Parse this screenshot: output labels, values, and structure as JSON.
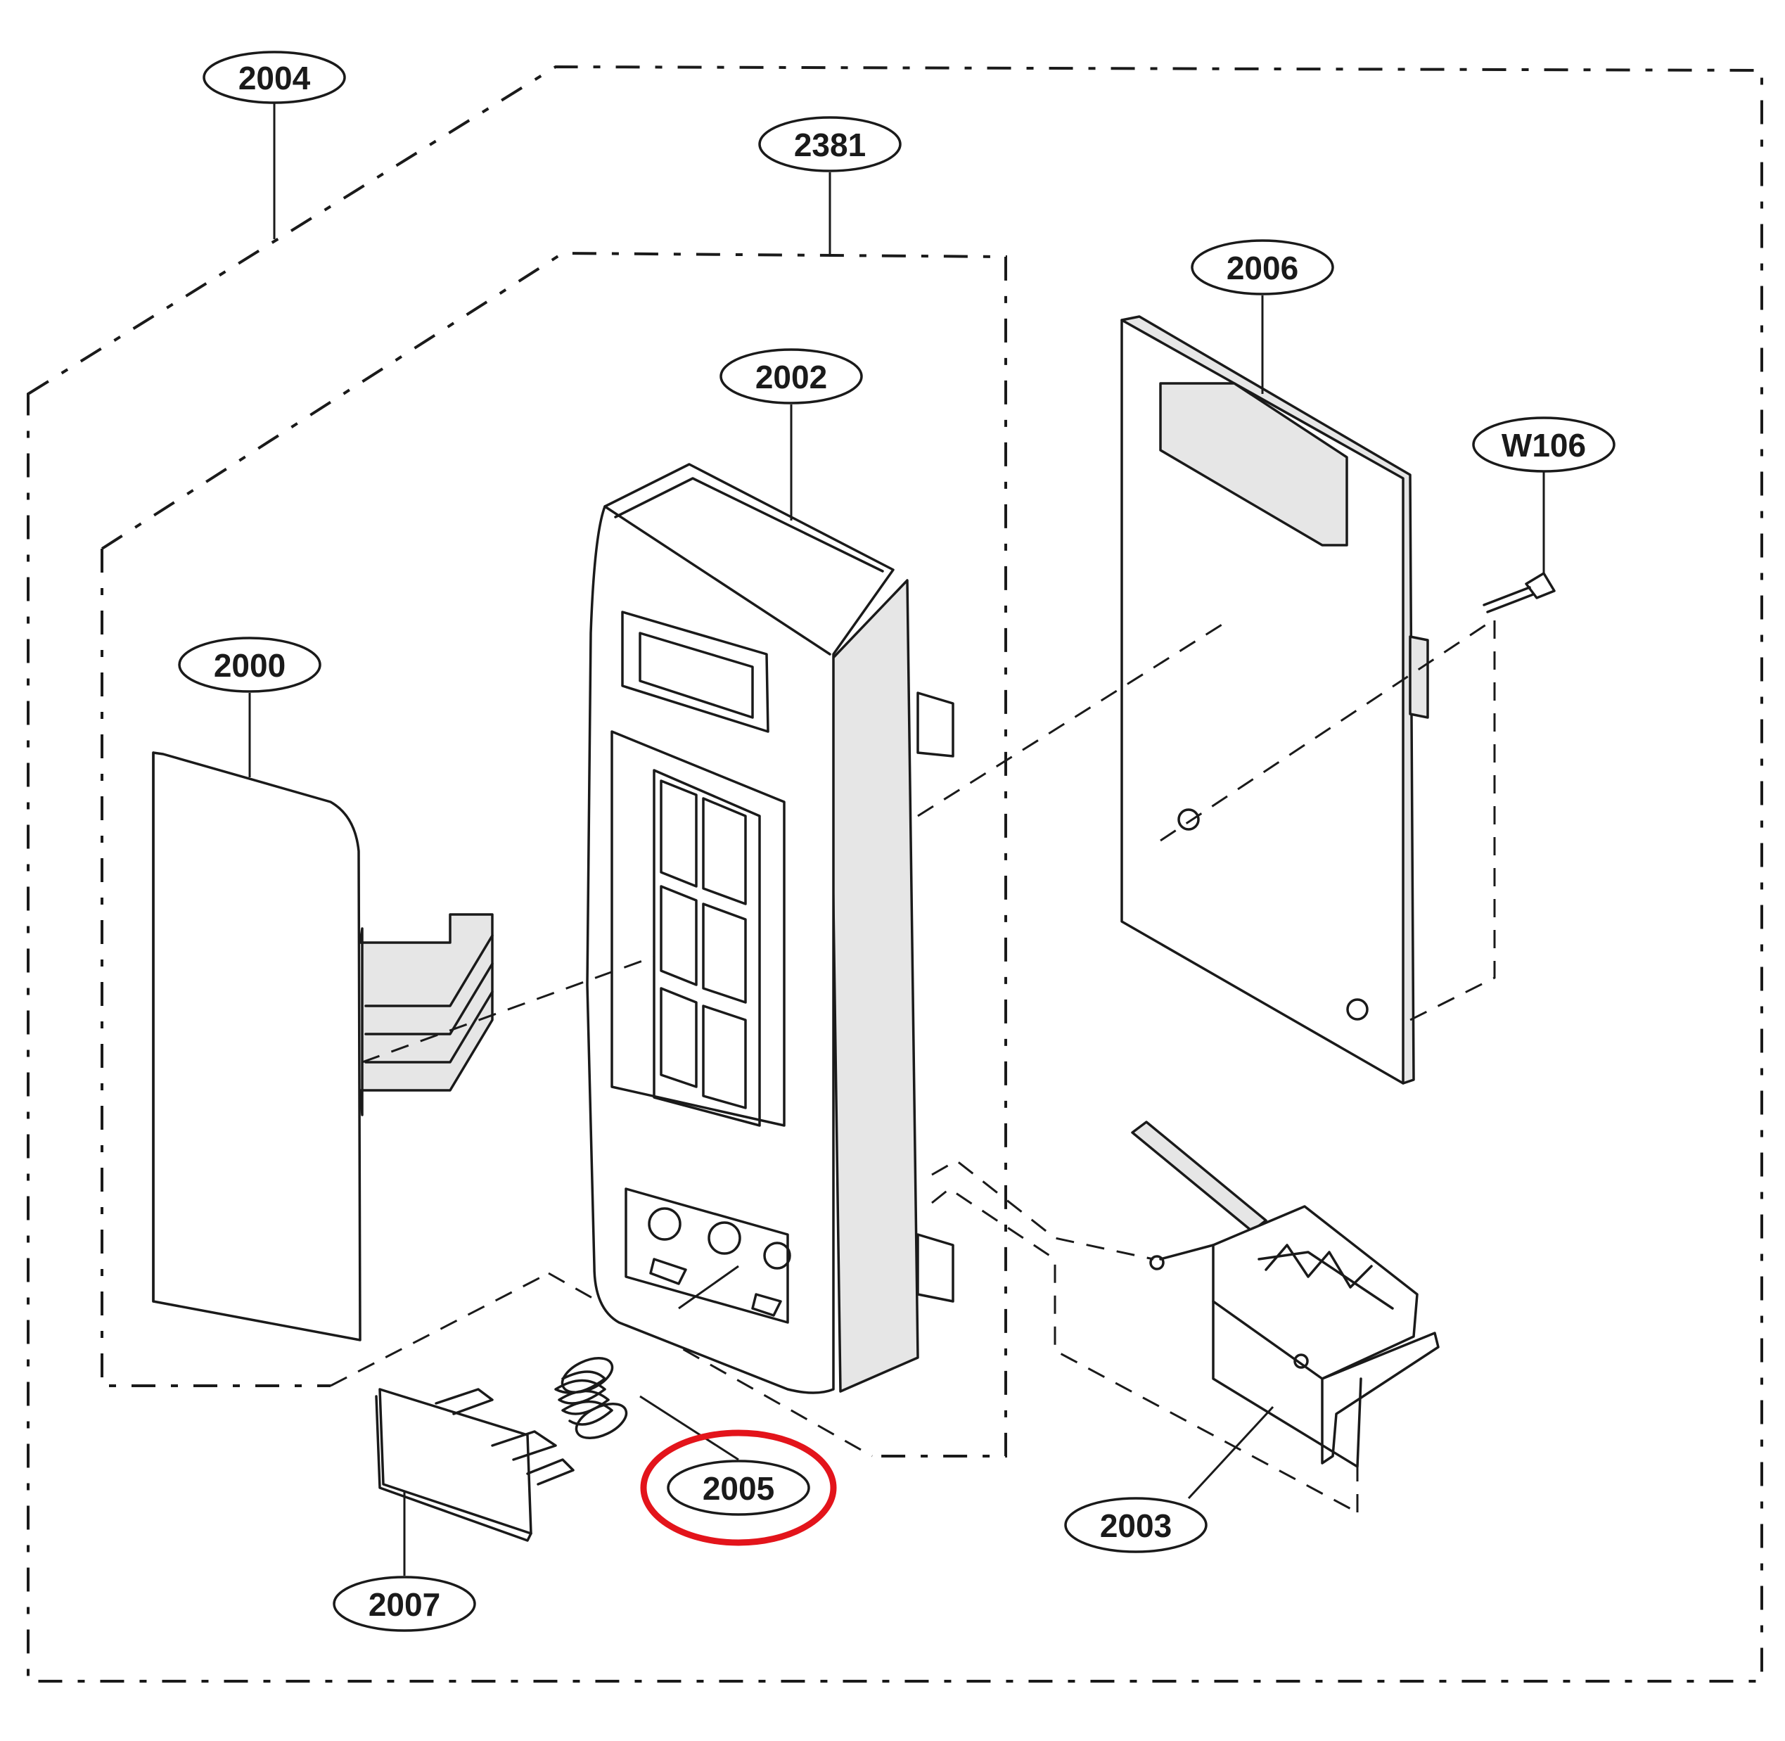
{
  "callouts": [
    {
      "id": "2004",
      "label": "2004"
    },
    {
      "id": "2381",
      "label": "2381"
    },
    {
      "id": "2006",
      "label": "2006"
    },
    {
      "id": "2002",
      "label": "2002"
    },
    {
      "id": "W106",
      "label": "W106"
    },
    {
      "id": "2000",
      "label": "2000"
    },
    {
      "id": "2005",
      "label": "2005"
    },
    {
      "id": "2003",
      "label": "2003"
    },
    {
      "id": "2007",
      "label": "2007"
    }
  ],
  "highlight": {
    "target": "2005",
    "color": "#e3141b"
  }
}
